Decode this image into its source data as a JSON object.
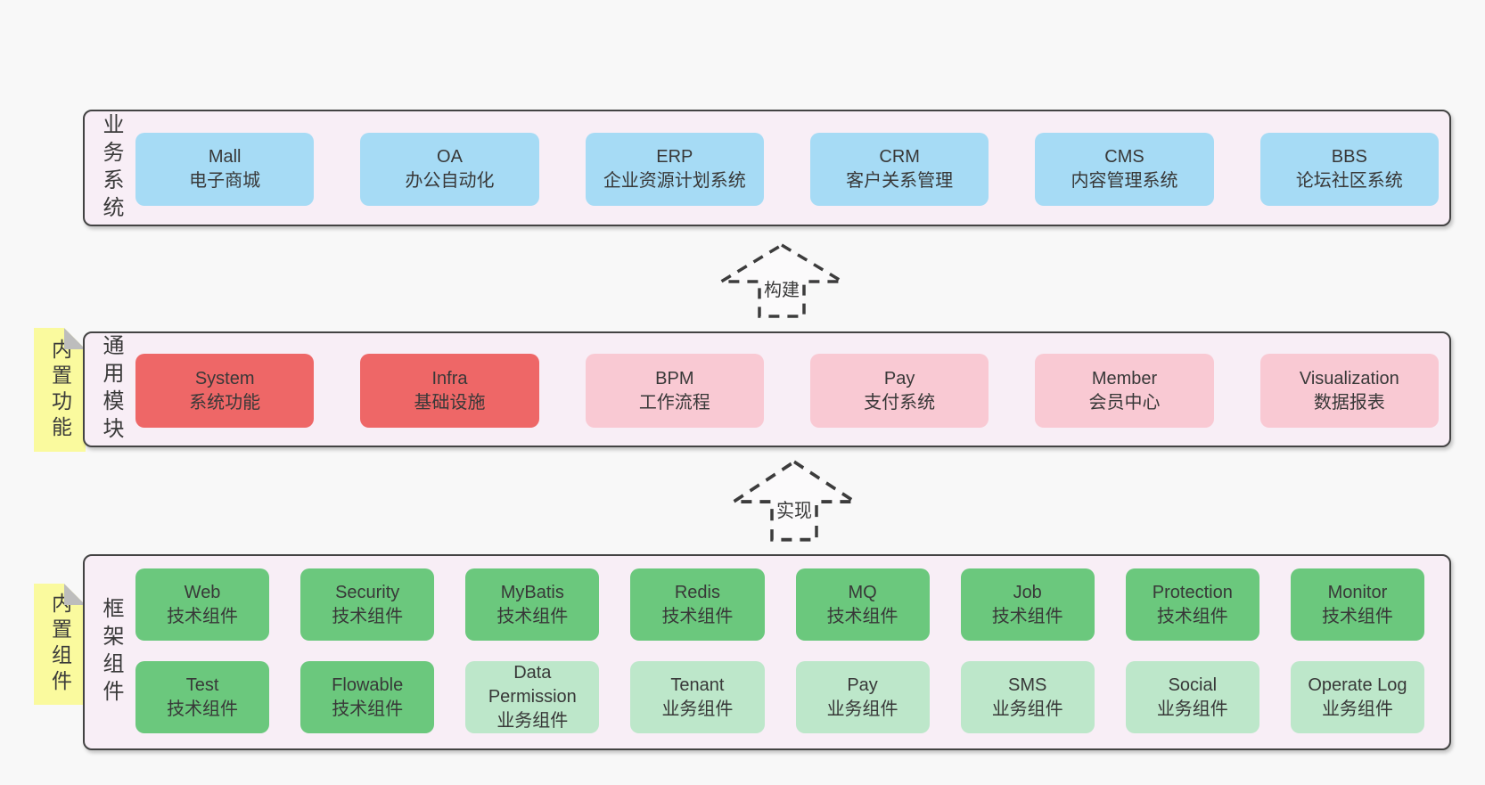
{
  "colors": {
    "page_bg": "#f8f8f8",
    "panel_bg": "#f8eef6",
    "panel_border": "#434343",
    "blue": "#a6dbf5",
    "red": "#ee6767",
    "pink": "#f9c9d3",
    "green": "#6bc87d",
    "light_green": "#bde7ca",
    "note_yellow": "#fafa9e",
    "note_fold": "#bdbdbd",
    "text": "#3a3a3a"
  },
  "sections": {
    "business": {
      "label": "业务系统",
      "boxes": [
        {
          "title": "Mall",
          "subtitle": "电子商城"
        },
        {
          "title": "OA",
          "subtitle": "办公自动化"
        },
        {
          "title": "ERP",
          "subtitle": "企业资源计划系统"
        },
        {
          "title": "CRM",
          "subtitle": "客户关系管理"
        },
        {
          "title": "CMS",
          "subtitle": "内容管理系统"
        },
        {
          "title": "BBS",
          "subtitle": "论坛社区系统"
        }
      ]
    },
    "modules": {
      "label": "通用模块",
      "note": "内置功能",
      "boxes": [
        {
          "title": "System",
          "subtitle": "系统功能"
        },
        {
          "title": "Infra",
          "subtitle": "基础设施"
        },
        {
          "title": "BPM",
          "subtitle": "工作流程"
        },
        {
          "title": "Pay",
          "subtitle": "支付系统"
        },
        {
          "title": "Member",
          "subtitle": "会员中心"
        },
        {
          "title": "Visualization",
          "subtitle": "数据报表"
        }
      ]
    },
    "components": {
      "label": "框架组件",
      "note": "内置组件",
      "row1": [
        {
          "title": "Web",
          "subtitle": "技术组件"
        },
        {
          "title": "Security",
          "subtitle": "技术组件"
        },
        {
          "title": "MyBatis",
          "subtitle": "技术组件"
        },
        {
          "title": "Redis",
          "subtitle": "技术组件"
        },
        {
          "title": "MQ",
          "subtitle": "技术组件"
        },
        {
          "title": "Job",
          "subtitle": "技术组件"
        },
        {
          "title": "Protection",
          "subtitle": "技术组件"
        },
        {
          "title": "Monitor",
          "subtitle": "技术组件"
        }
      ],
      "row2": [
        {
          "title": "Test",
          "subtitle": "技术组件"
        },
        {
          "title": "Flowable",
          "subtitle": "技术组件"
        },
        {
          "title": "Data Permission",
          "subtitle": "业务组件"
        },
        {
          "title": "Tenant",
          "subtitle": "业务组件"
        },
        {
          "title": "Pay",
          "subtitle": "业务组件"
        },
        {
          "title": "SMS",
          "subtitle": "业务组件"
        },
        {
          "title": "Social",
          "subtitle": "业务组件"
        },
        {
          "title": "Operate Log",
          "subtitle": "业务组件"
        }
      ]
    }
  },
  "arrows": {
    "build": "构建",
    "implement": "实现"
  }
}
